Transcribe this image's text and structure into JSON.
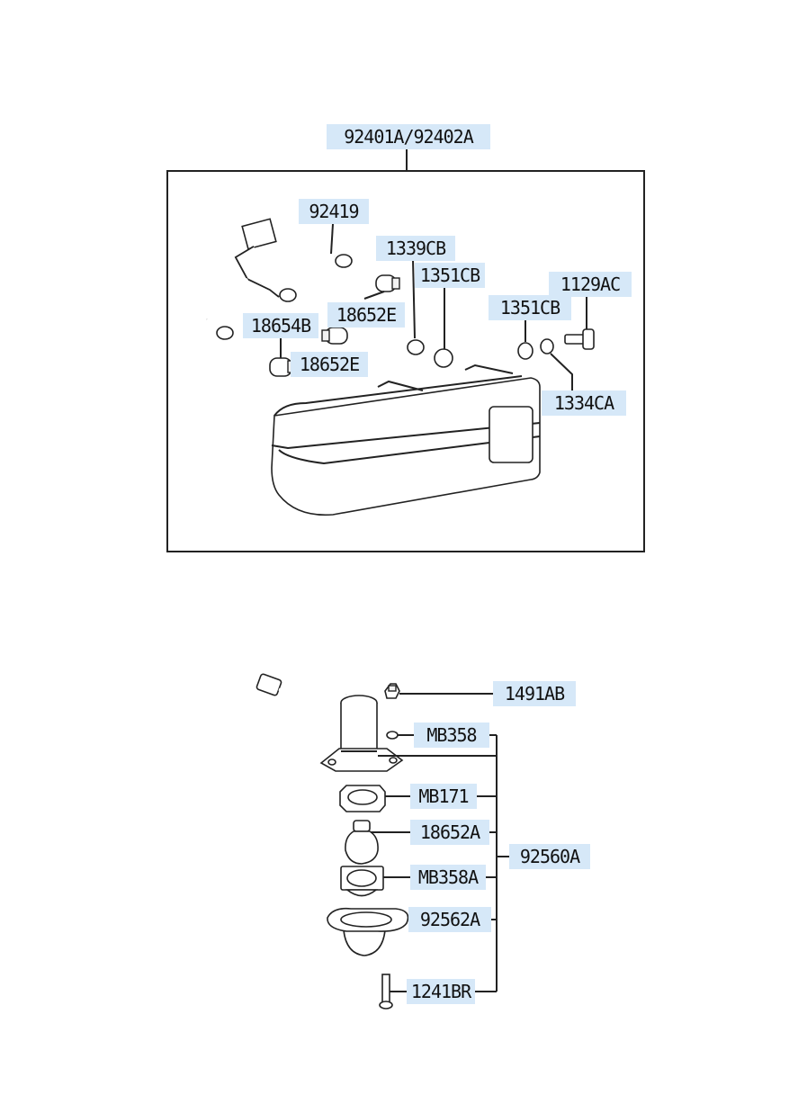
{
  "diagram_top": {
    "assembly_label": "92401A/92402A",
    "parts": {
      "harness": "92419",
      "cap1": "1339CB",
      "washer1": "1351CB",
      "screw": "1129AC",
      "washer2": "1351CB",
      "bulb_upper": "18652E",
      "bulb_side": "18654B",
      "bulb_lower": "18652E",
      "nut": "1334CA"
    }
  },
  "diagram_bottom": {
    "assembly_label": "92560A",
    "parts": {
      "screw_top": "1491AB",
      "clip": "MB358",
      "gasket": "MB171",
      "bulb": "18652A",
      "socket_gasket": "MB358A",
      "lens": "92562A",
      "screw_bottom": "1241BR"
    }
  }
}
